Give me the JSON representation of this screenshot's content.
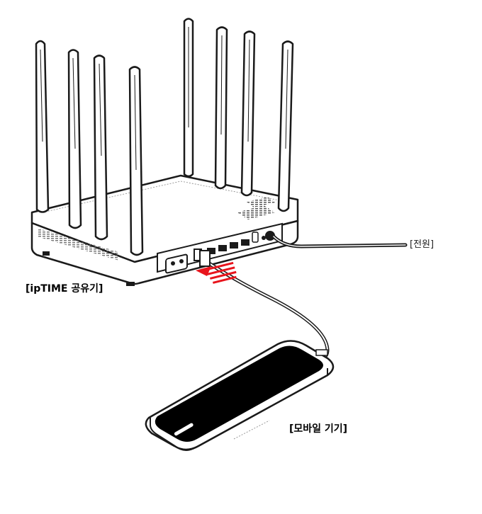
{
  "labels": {
    "router": "[ipTIME 공유기]",
    "power": "[전원]",
    "mobile": "[모바일 기기]"
  },
  "colors": {
    "outline": "#1a1a1a",
    "body": "#ffffff",
    "screen": "#000000",
    "arrow": "#e8141c",
    "cable": "#1a1a1a"
  },
  "icons": {
    "antennas": "antenna-icon",
    "arrow": "red-arrow-icon",
    "phone": "smartphone-icon"
  }
}
